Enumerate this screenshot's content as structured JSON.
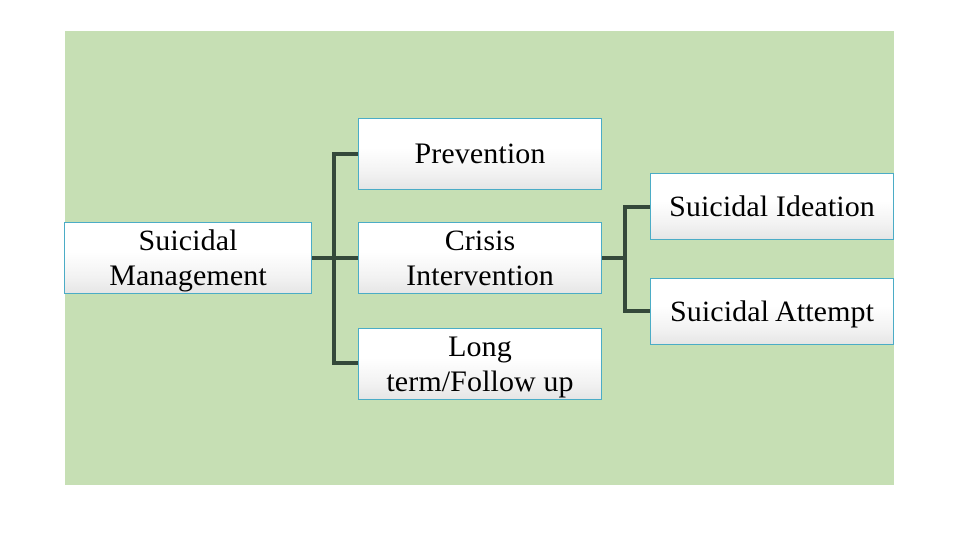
{
  "diagram": {
    "title": "Suicidal Management",
    "type": "hierarchy-tree",
    "background_color": "#c6dfb4",
    "page_background_color": "#ffffff",
    "node_border_color": "#4bacc6",
    "node_fill_top_color": "#ffffff",
    "node_fill_bottom_color": "#e6e6e6",
    "connector_color": "#34493a",
    "text_color": "#000000",
    "levels": [
      {
        "name": "root",
        "nodes": [
          {
            "id": "suicidal-management",
            "label": "Suicidal\nManagement"
          }
        ]
      },
      {
        "name": "phases",
        "nodes": [
          {
            "id": "prevention",
            "label": "Prevention"
          },
          {
            "id": "crisis-intervention",
            "label": "Crisis\nIntervention"
          },
          {
            "id": "long-term-follow-up",
            "label": "Long\nterm/Follow up"
          }
        ]
      },
      {
        "name": "crisis-types",
        "nodes": [
          {
            "id": "suicidal-ideation",
            "label": "Suicidal Ideation"
          },
          {
            "id": "suicidal-attempt",
            "label": "Suicidal Attempt"
          }
        ]
      }
    ],
    "edges": [
      {
        "from": "suicidal-management",
        "to": "prevention"
      },
      {
        "from": "suicidal-management",
        "to": "crisis-intervention"
      },
      {
        "from": "suicidal-management",
        "to": "long-term-follow-up"
      },
      {
        "from": "crisis-intervention",
        "to": "suicidal-ideation"
      },
      {
        "from": "crisis-intervention",
        "to": "suicidal-attempt"
      }
    ]
  }
}
